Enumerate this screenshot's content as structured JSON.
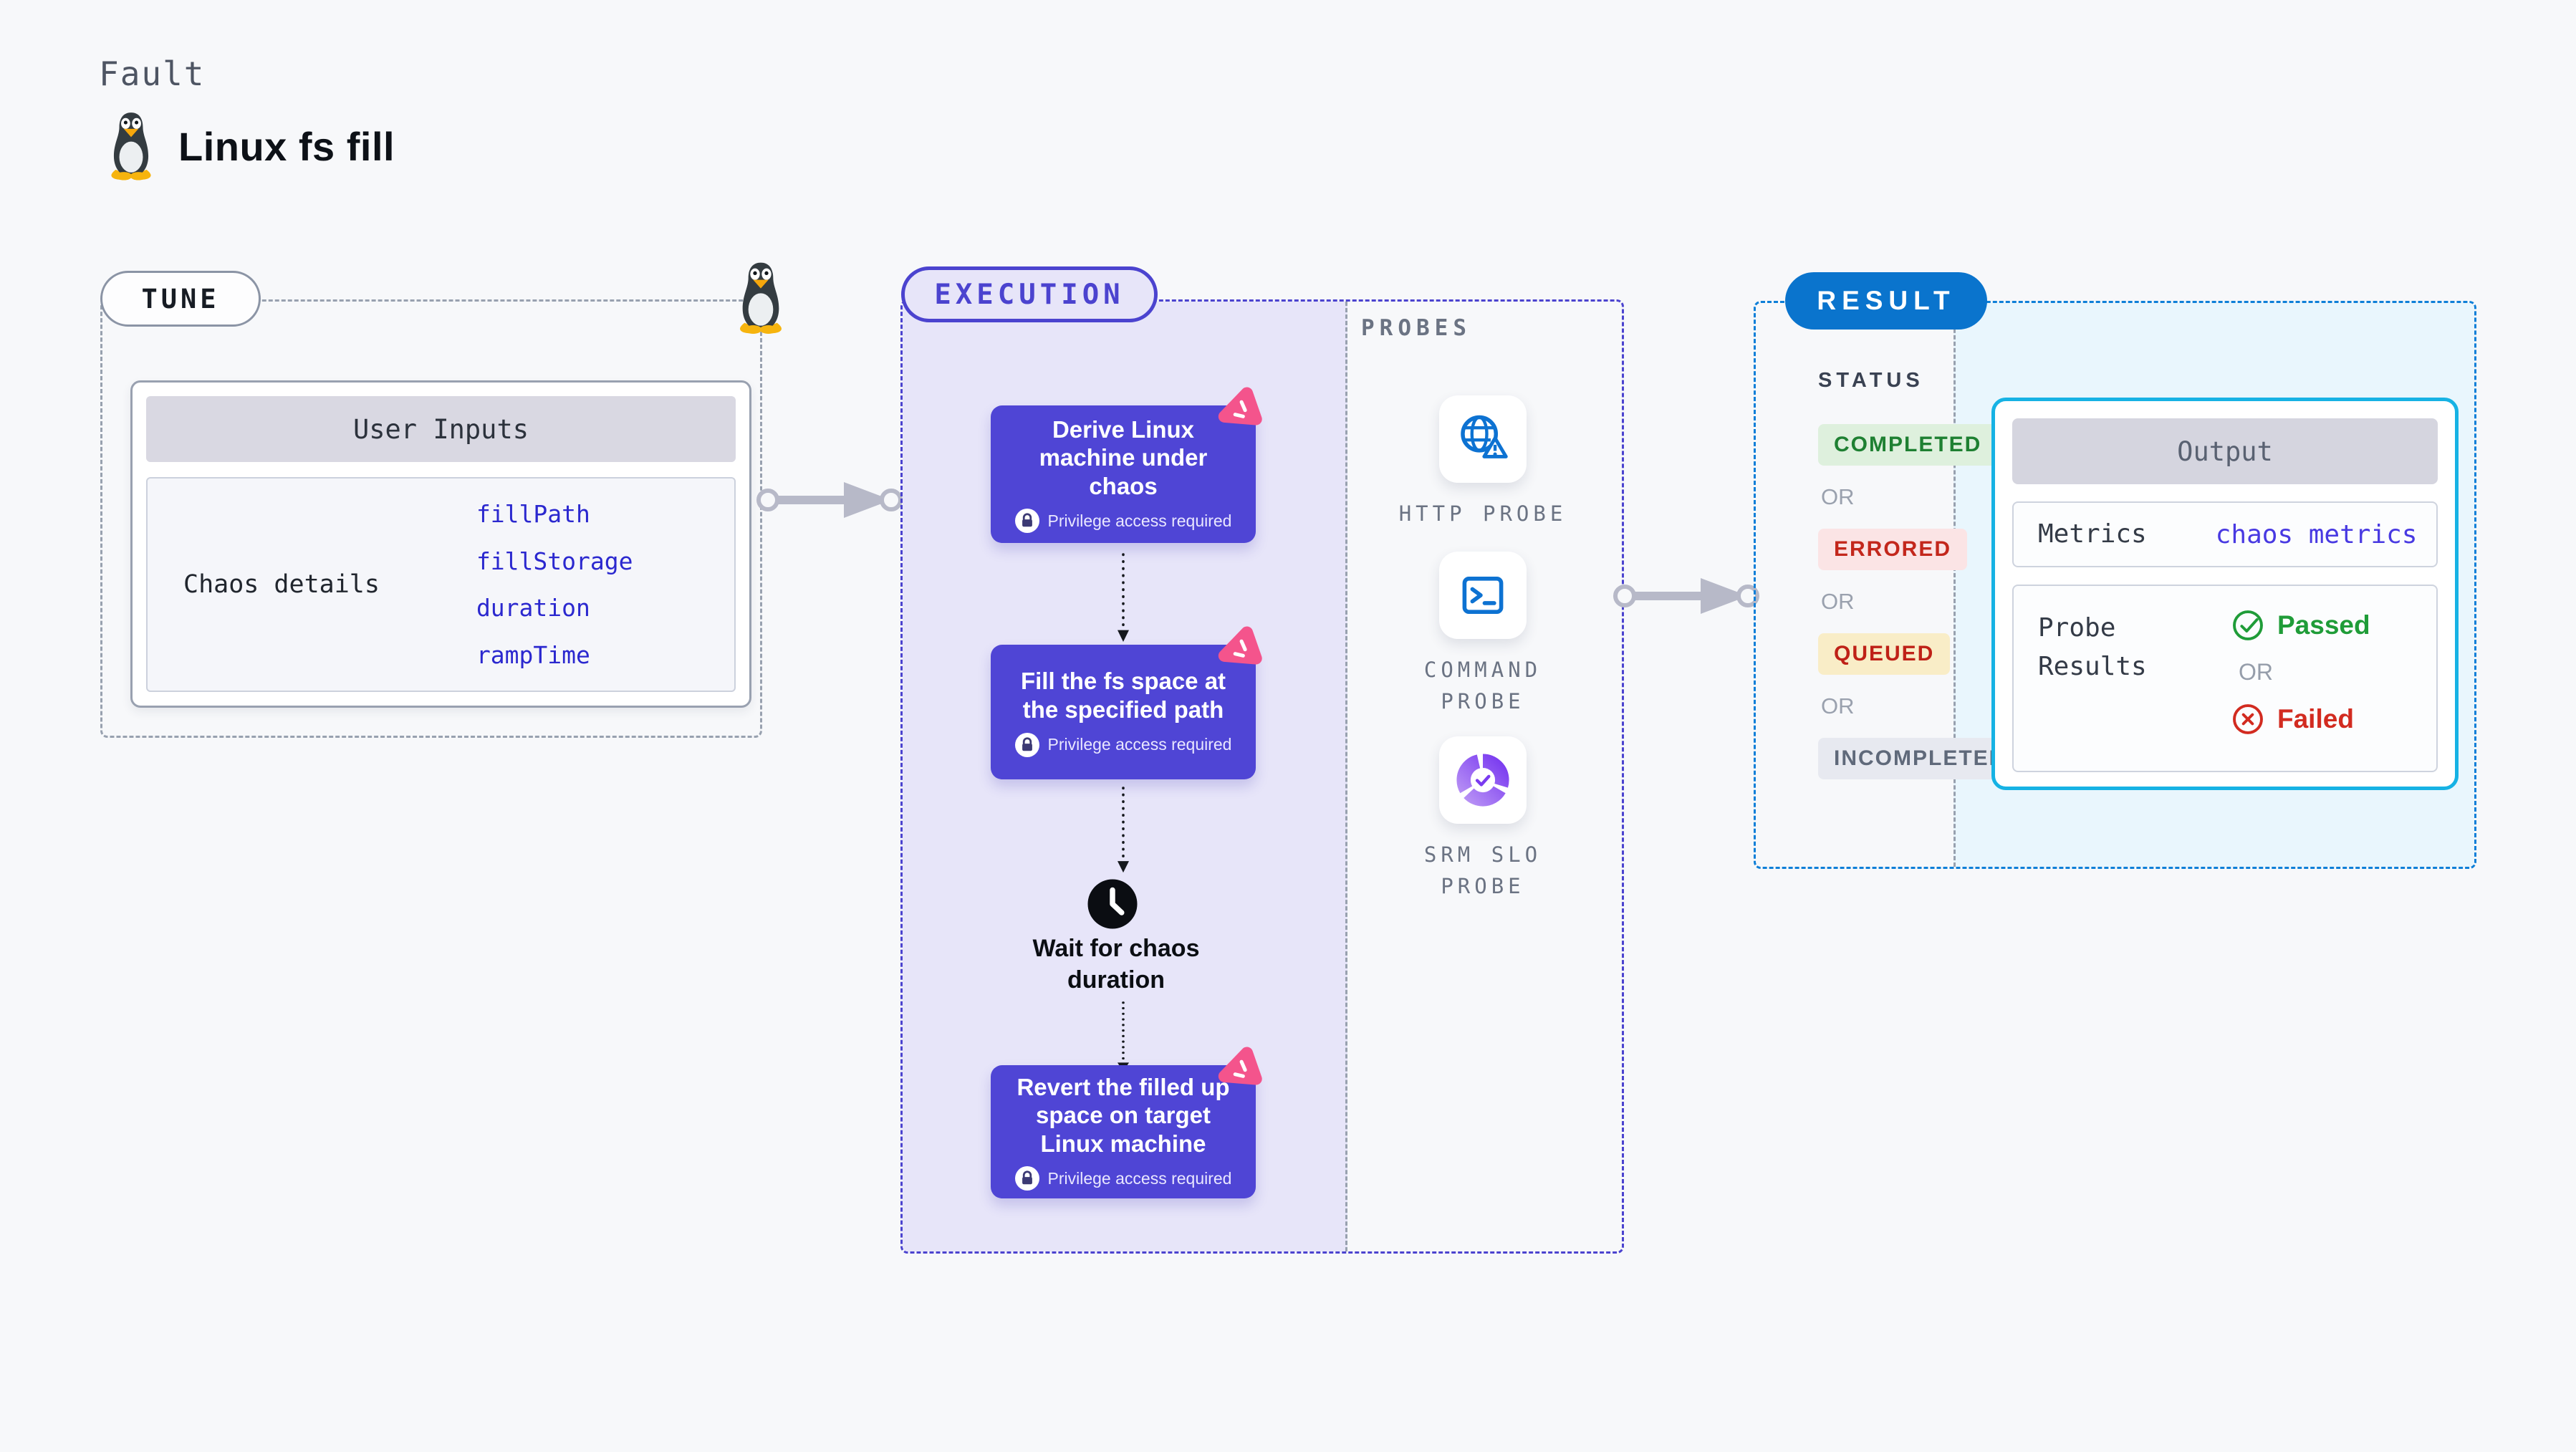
{
  "header": {
    "kicker": "Fault",
    "title": "Linux fs fill",
    "title_icon": "tux-penguin-icon"
  },
  "tune": {
    "badge": "TUNE",
    "corner_icon": "tux-penguin-icon",
    "user_inputs": {
      "title": "User Inputs",
      "row_label": "Chaos details",
      "params": [
        "fillPath",
        "fillStorage",
        "duration",
        "rampTime"
      ]
    }
  },
  "execution": {
    "badge": "EXECUTION",
    "privilege_note": "Privilege access required",
    "steps": [
      "Derive Linux machine under chaos",
      "Fill the fs space at the specified path",
      "Revert the filled up space on target Linux machine"
    ],
    "wait_label": "Wait for chaos duration",
    "step_icon": "chaos-pink-icon",
    "wait_icon": "clock-icon"
  },
  "probes": {
    "label": "PROBES",
    "items": [
      {
        "name": "HTTP PROBE",
        "icon": "globe-alert-icon"
      },
      {
        "name": "COMMAND PROBE",
        "icon": "terminal-icon"
      },
      {
        "name": "SRM SLO PROBE",
        "icon": "slo-donut-icon"
      }
    ]
  },
  "result": {
    "badge": "RESULT",
    "status": {
      "label": "STATUS",
      "separator": "OR",
      "options": [
        {
          "text": "COMPLETED",
          "style": "success"
        },
        {
          "text": "ERRORED",
          "style": "error"
        },
        {
          "text": "QUEUED",
          "style": "warning"
        },
        {
          "text": "INCOMPLETED",
          "style": "neutral"
        }
      ]
    },
    "output": {
      "title": "Output",
      "metrics_label": "Metrics",
      "metrics_value": "chaos metrics",
      "probe_results_label": "Probe Results",
      "passed_label": "Passed",
      "or_label": "OR",
      "failed_label": "Failed"
    }
  },
  "colors": {
    "accent_indigo": "#4b43cf",
    "accent_blue": "#0a74cd",
    "accent_cyan": "#16b2e4",
    "chaos_pink": "#f4548c",
    "step_purple": "#4f45d5",
    "success_green": "#1f9c38",
    "fail_red": "#d22b20",
    "probe_blue": "#0d72d2",
    "slo_purple": "#7a3bf0",
    "arrow_gray": "#b7b9c8"
  }
}
